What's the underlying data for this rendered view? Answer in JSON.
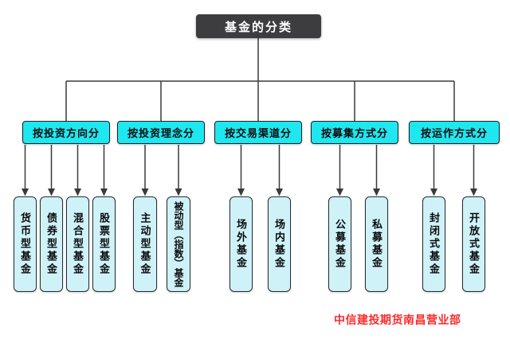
{
  "title": {
    "label": "基金的分类"
  },
  "tree": {
    "root": "基金的分类",
    "branches": [
      {
        "label": "按投资方向分",
        "children": [
          "货币型基金",
          "债券型基金",
          "混合型基金",
          "股票型基金"
        ]
      },
      {
        "label": "按投资理念分",
        "children": [
          "主动型基金",
          "被动型（指数）基金"
        ]
      },
      {
        "label": "按交易渠道分",
        "children": [
          "场外基金",
          "场内基金"
        ]
      },
      {
        "label": "按募集方式分",
        "children": [
          "公募基金",
          "私募基金"
        ]
      },
      {
        "label": "按运作方式分",
        "children": [
          "封闭式基金",
          "开放式基金"
        ]
      }
    ]
  },
  "footer": {
    "label": "中信建投期货南昌营业部"
  },
  "colors": {
    "root_fill": "#3d3d40",
    "root_text": "#ffffff",
    "branch_fill": "#1fe7ef",
    "leaf_fill": "#cef2f8",
    "border": "#1f2227",
    "line": "#3a3a3a",
    "footer_text": "#fa2b2b",
    "background": "#ffffff"
  }
}
